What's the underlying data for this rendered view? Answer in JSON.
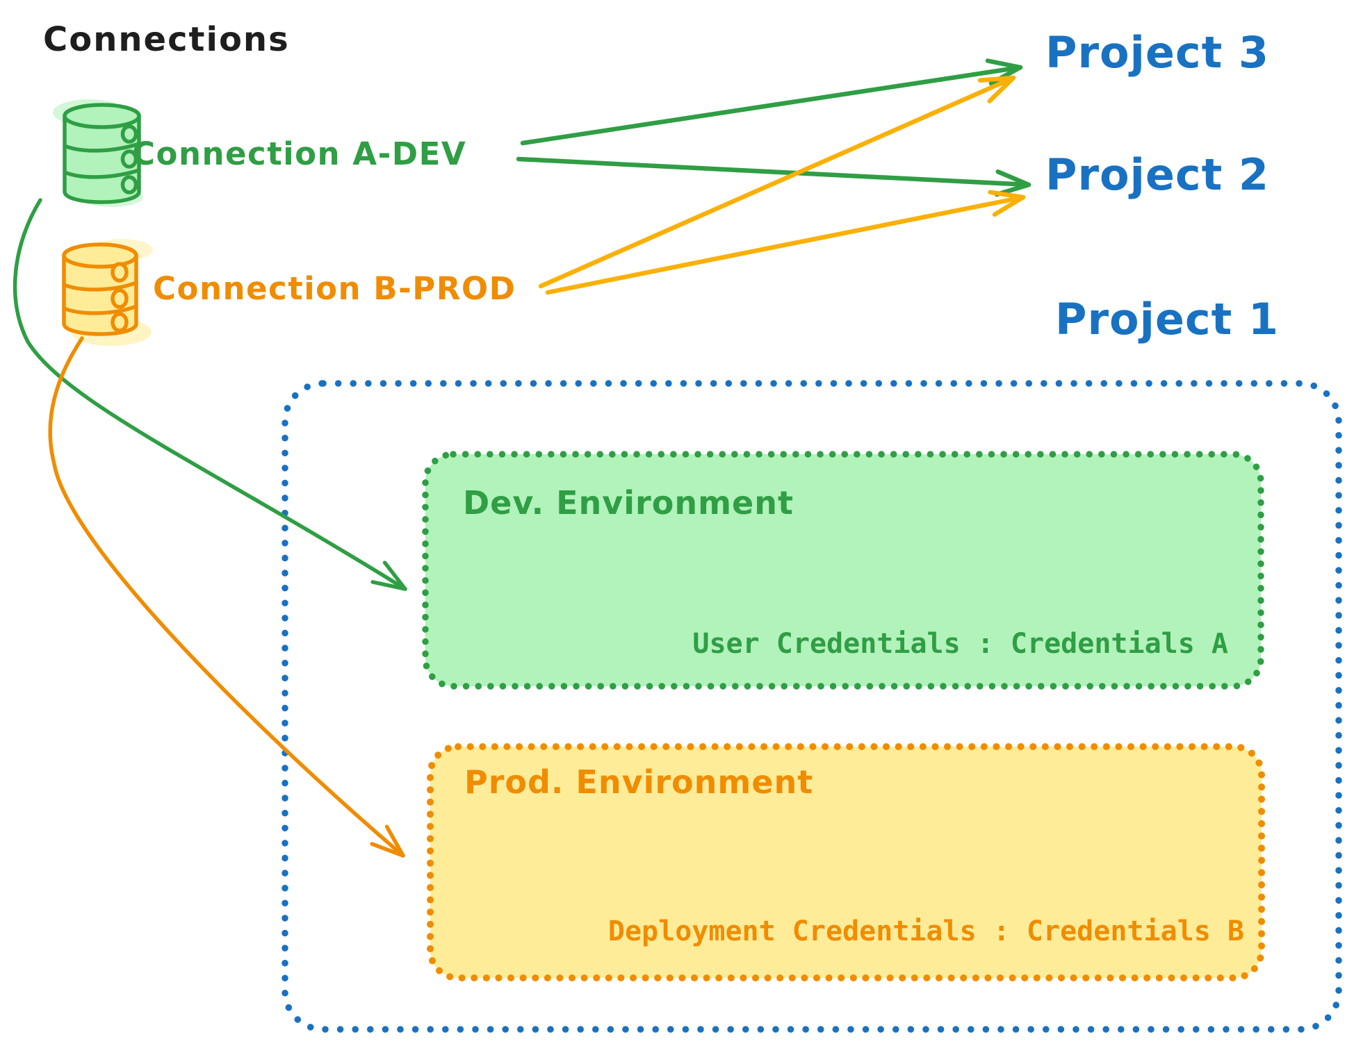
{
  "diagram": {
    "title": "Connections",
    "connections": [
      {
        "label": "Connection A-DEV",
        "icon": "database",
        "stroke": "#2f9e44",
        "fill": "#b2f2bb"
      },
      {
        "label": "Connection B-PROD",
        "icon": "database",
        "stroke": "#f08c00",
        "fill": "#ffec99"
      }
    ],
    "projects": [
      {
        "label": "Project 3"
      },
      {
        "label": "Project 2"
      },
      {
        "label": "Project 1"
      }
    ],
    "project1_detail": {
      "environments": [
        {
          "title": "Dev. Environment",
          "credentials_text": "User Credentials : Credentials A",
          "stroke": "#2f9e44",
          "fill": "#b2f2bb"
        },
        {
          "title": "Prod. Environment",
          "credentials_text": "Deployment Credentials : Credentials B",
          "stroke": "#f08c00",
          "fill": "#ffec99"
        }
      ]
    },
    "edges": [
      {
        "from": "Connection A-DEV",
        "to": "Project 3",
        "color": "#2f9e44",
        "style": "straight-arrow"
      },
      {
        "from": "Connection A-DEV",
        "to": "Project 2",
        "color": "#2f9e44",
        "style": "straight-arrow"
      },
      {
        "from": "Connection A-DEV",
        "to": "Dev. Environment",
        "color": "#2f9e44",
        "style": "curved-arrow"
      },
      {
        "from": "Connection B-PROD",
        "to": "Project 3",
        "color": "#fab005",
        "style": "straight-arrow"
      },
      {
        "from": "Connection B-PROD",
        "to": "Project 2",
        "color": "#fab005",
        "style": "straight-arrow"
      },
      {
        "from": "Connection B-PROD",
        "to": "Prod. Environment",
        "color": "#f08c00",
        "style": "curved-arrow"
      }
    ],
    "colors": {
      "title_black": "#1e1e1e",
      "project_blue": "#1971c2",
      "green_stroke": "#2f9e44",
      "green_fill": "#b2f2bb",
      "orange_stroke": "#f08c00",
      "orange_arrow": "#fab005",
      "yellow_fill": "#ffec99",
      "background": "#ffffff"
    }
  }
}
